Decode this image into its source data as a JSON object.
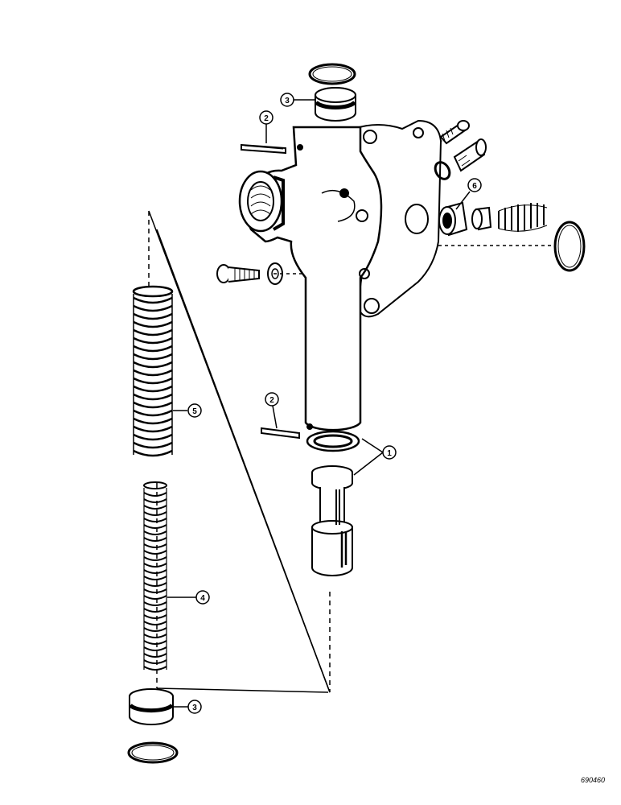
{
  "callouts": {
    "c1": "1",
    "c2_top": "2",
    "c2_bottom": "2",
    "c3_top": "3",
    "c3_bottom": "3",
    "c4": "4",
    "c5": "5",
    "c6": "6"
  },
  "figure_number": "690460",
  "colors": {
    "ink": "#000000",
    "paper": "#ffffff"
  }
}
